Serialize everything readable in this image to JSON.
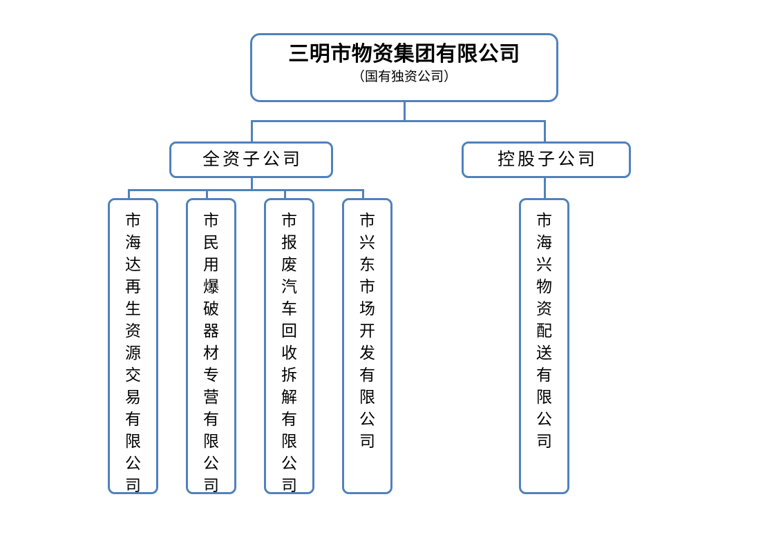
{
  "diagram": {
    "type": "organization-chart",
    "accent_color": "#4f81bd",
    "background_color": "#ffffff",
    "text_color": "#000000"
  },
  "root": {
    "title": "三明市物资集团有限公司",
    "subtitle": "（国有独资公司）"
  },
  "groups": [
    {
      "label": "全资子公司"
    },
    {
      "label": "控股子公司"
    }
  ],
  "subsidiaries": {
    "wholly_owned": [
      {
        "name": "市海达再生资源交易有限公司"
      },
      {
        "name": "市民用爆破器材专营有限公司"
      },
      {
        "name": "市报废汽车回收拆解有限公司"
      },
      {
        "name": "市兴东市场开发有限公司"
      }
    ],
    "holding": [
      {
        "name": "市海兴物资配送有限公司"
      }
    ]
  }
}
